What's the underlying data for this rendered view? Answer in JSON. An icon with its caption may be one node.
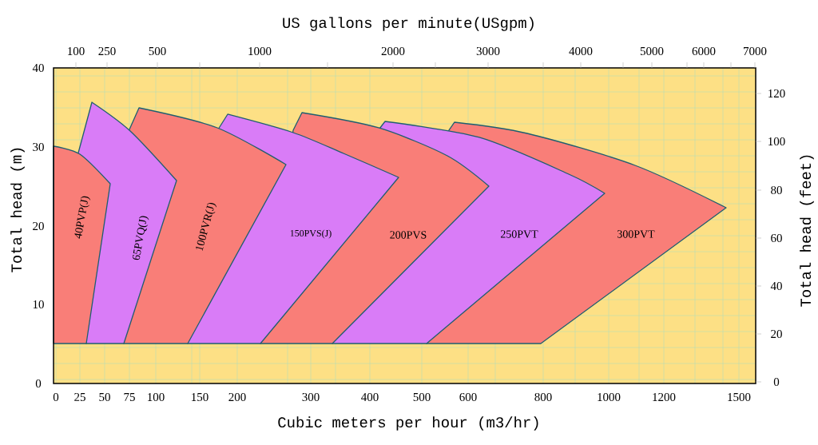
{
  "diagram": {
    "nodes": [
      {
        "text": [
          "40PVP(J)"
        ]
      },
      {
        "text": [
          "65PVQ(J)"
        ]
      },
      {
        "text": [
          "100PVR(J)"
        ]
      },
      {
        "text": [
          "150PVS(J)"
        ]
      },
      {
        "text": [
          "200PVS"
        ]
      },
      {
        "text": [
          "250PVT"
        ]
      },
      {
        "text": [
          "300PVT"
        ]
      }
    ],
    "labels": [
      "US gallons per minute(USgpm)",
      "100",
      "250",
      "500",
      "1000",
      "2000",
      "3000",
      "4000",
      "5000",
      "6000",
      "7000",
      "40",
      "30",
      "20",
      "10",
      "0",
      "Total head (m)",
      "120",
      "100",
      "80",
      "60",
      "40",
      "20",
      "0",
      "Total head (feet)",
      "0",
      "25",
      "50",
      "75",
      "100",
      "150",
      "200",
      "300",
      "400",
      "500",
      "600",
      "800",
      "1000",
      "1200",
      "1500",
      "Cubic meters per hour (m3/hr)"
    ]
  }
}
